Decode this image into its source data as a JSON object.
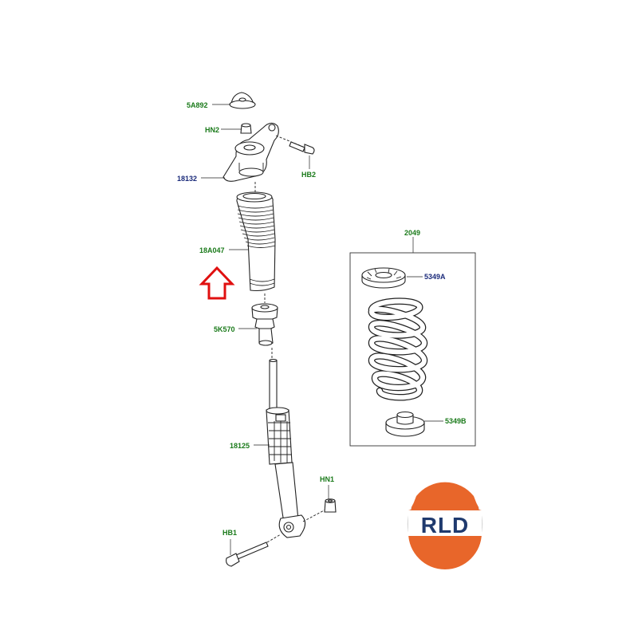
{
  "colors": {
    "green_label": "#1a7a1a",
    "navy_label": "#1a2a7a",
    "arrow_red": "#e01010",
    "logo_orange": "#e8662a",
    "logo_navy": "#1f3a6e"
  },
  "labels": {
    "5A892": "5A892",
    "HN2": "HN2",
    "18132": "18132",
    "HB2": "HB2",
    "18A047": "18A047",
    "5K570": "5K570",
    "18125": "18125",
    "HN1": "HN1",
    "HB1": "HB1",
    "2049": "2049",
    "5349A": "5349A",
    "5349B": "5349B"
  },
  "logo": {
    "text": "RLD"
  },
  "icons": {
    "indicator": "up-arrow-icon",
    "logo": "rld-logo"
  }
}
